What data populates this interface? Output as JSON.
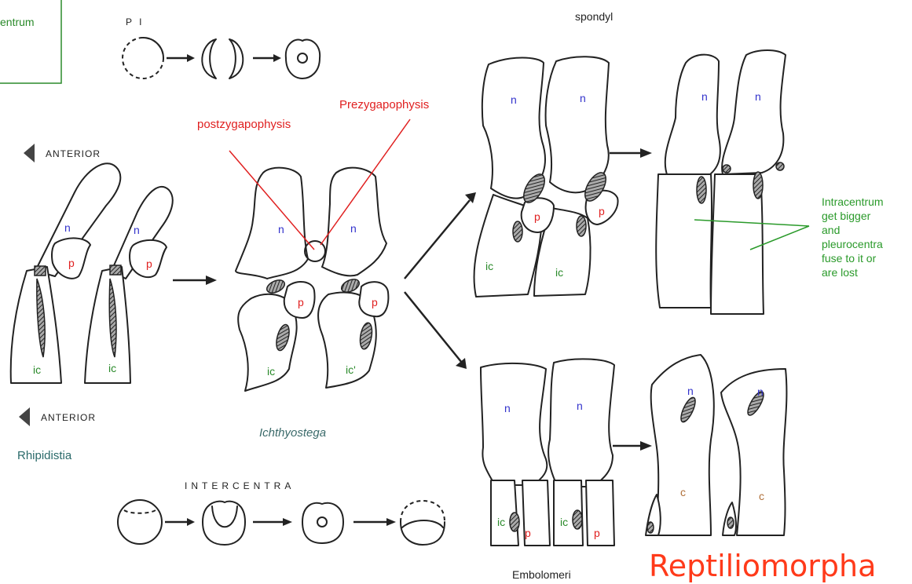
{
  "top_left_box": {
    "text_line": "entrum"
  },
  "pleurocentra_stage_label": "P I",
  "intercentra_stage_label": "INTERCENTRA",
  "orientation_labels": [
    "ANTERIOR",
    "ANTERIOR"
  ],
  "group_names": {
    "rhipidistia": "Rhipidistia",
    "ichthyostega": "Ichthyostega",
    "stereospondyl": "spondyl",
    "embolomeri": "Embolomeri",
    "reptiliomorpha": "Reptiliomorpha"
  },
  "annotations": {
    "postzygapophysis": "postzygapophysis",
    "prezygapophysis": "Prezygapophysis",
    "intracentrum_note": [
      "Intracentrum",
      "get bigger",
      "and",
      "pleurocentra",
      "fuse to it or",
      "are lost"
    ]
  },
  "part_labels": {
    "neural_arch": "n",
    "pleurocentrum": "p",
    "intercentrum": "ic",
    "intercentrum_prime": "ic'",
    "centrum": "c"
  },
  "colors": {
    "neural_arch": "#3333cc",
    "pleurocentrum": "#e02020",
    "intercentrum": "#2a8a2a",
    "centrum": "#b0703a",
    "annotation_red": "#e02020",
    "note_green": "#2a9a2a",
    "reptiliomorpha": "#ff3a1a",
    "italic_label": "#3a6a6a"
  }
}
